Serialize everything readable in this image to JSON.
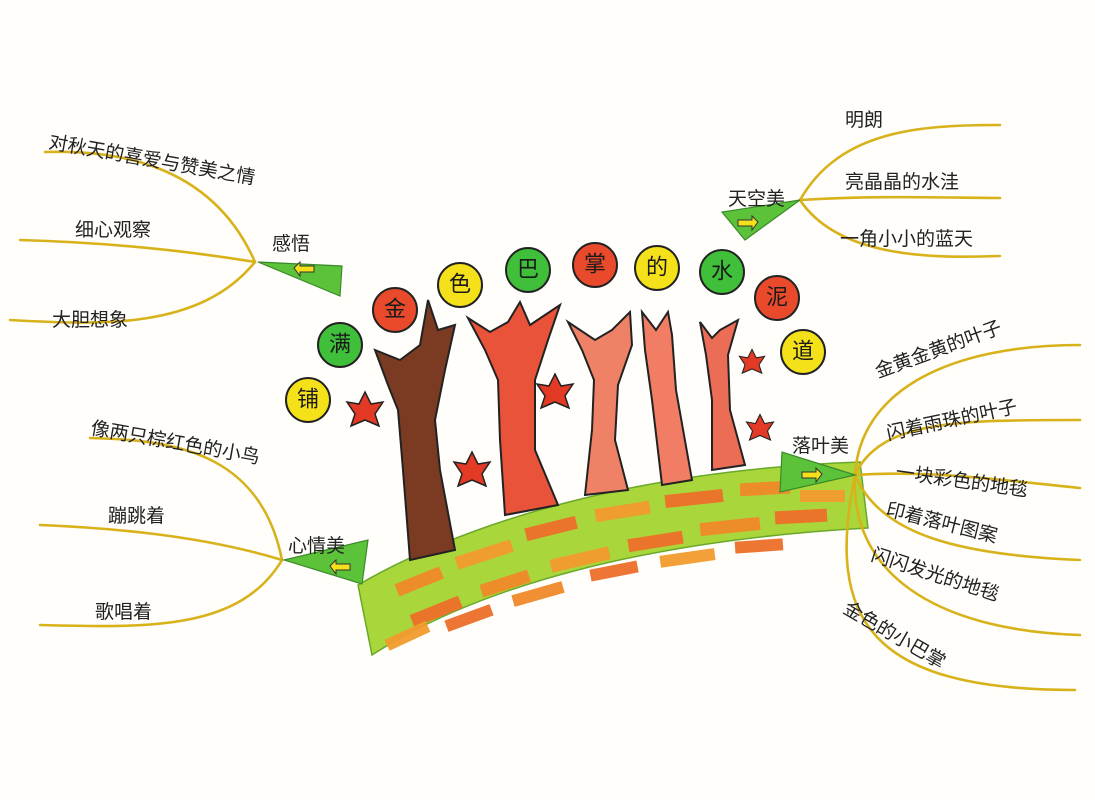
{
  "title_chars": [
    "铺",
    "满",
    "金",
    "色",
    "巴",
    "掌",
    "的",
    "水",
    "泥",
    "道"
  ],
  "colors": {
    "circle_yellow": "#f5e11a",
    "circle_red": "#ea4a2c",
    "circle_green": "#3fbf3a",
    "branch_gold": "#d8b21a",
    "ribbon_green": "#5cc23a",
    "trunk_brown": "#7a3b22",
    "trunk_red": "#e8533a",
    "trunk_salmon": "#ef8266"
  },
  "branches": {
    "ganwu": {
      "label": "感悟",
      "items": [
        "对秋天的喜爱与赞美之情",
        "细心观察",
        "大胆想象"
      ]
    },
    "xinqing": {
      "label": "心情美",
      "items": [
        "像两只棕红色的小鸟",
        "蹦跳着",
        "歌唱着"
      ]
    },
    "tiankong": {
      "label": "天空美",
      "items": [
        "明朗",
        "亮晶晶的水洼",
        "一角小小的蓝天"
      ]
    },
    "luoye": {
      "label": "落叶美",
      "items": [
        "金黄金黄的叶子",
        "闪着雨珠的叶子",
        "一块彩色的地毯",
        "印着落叶图案",
        "闪闪发光的地毯",
        "金色的小巴掌"
      ]
    }
  }
}
